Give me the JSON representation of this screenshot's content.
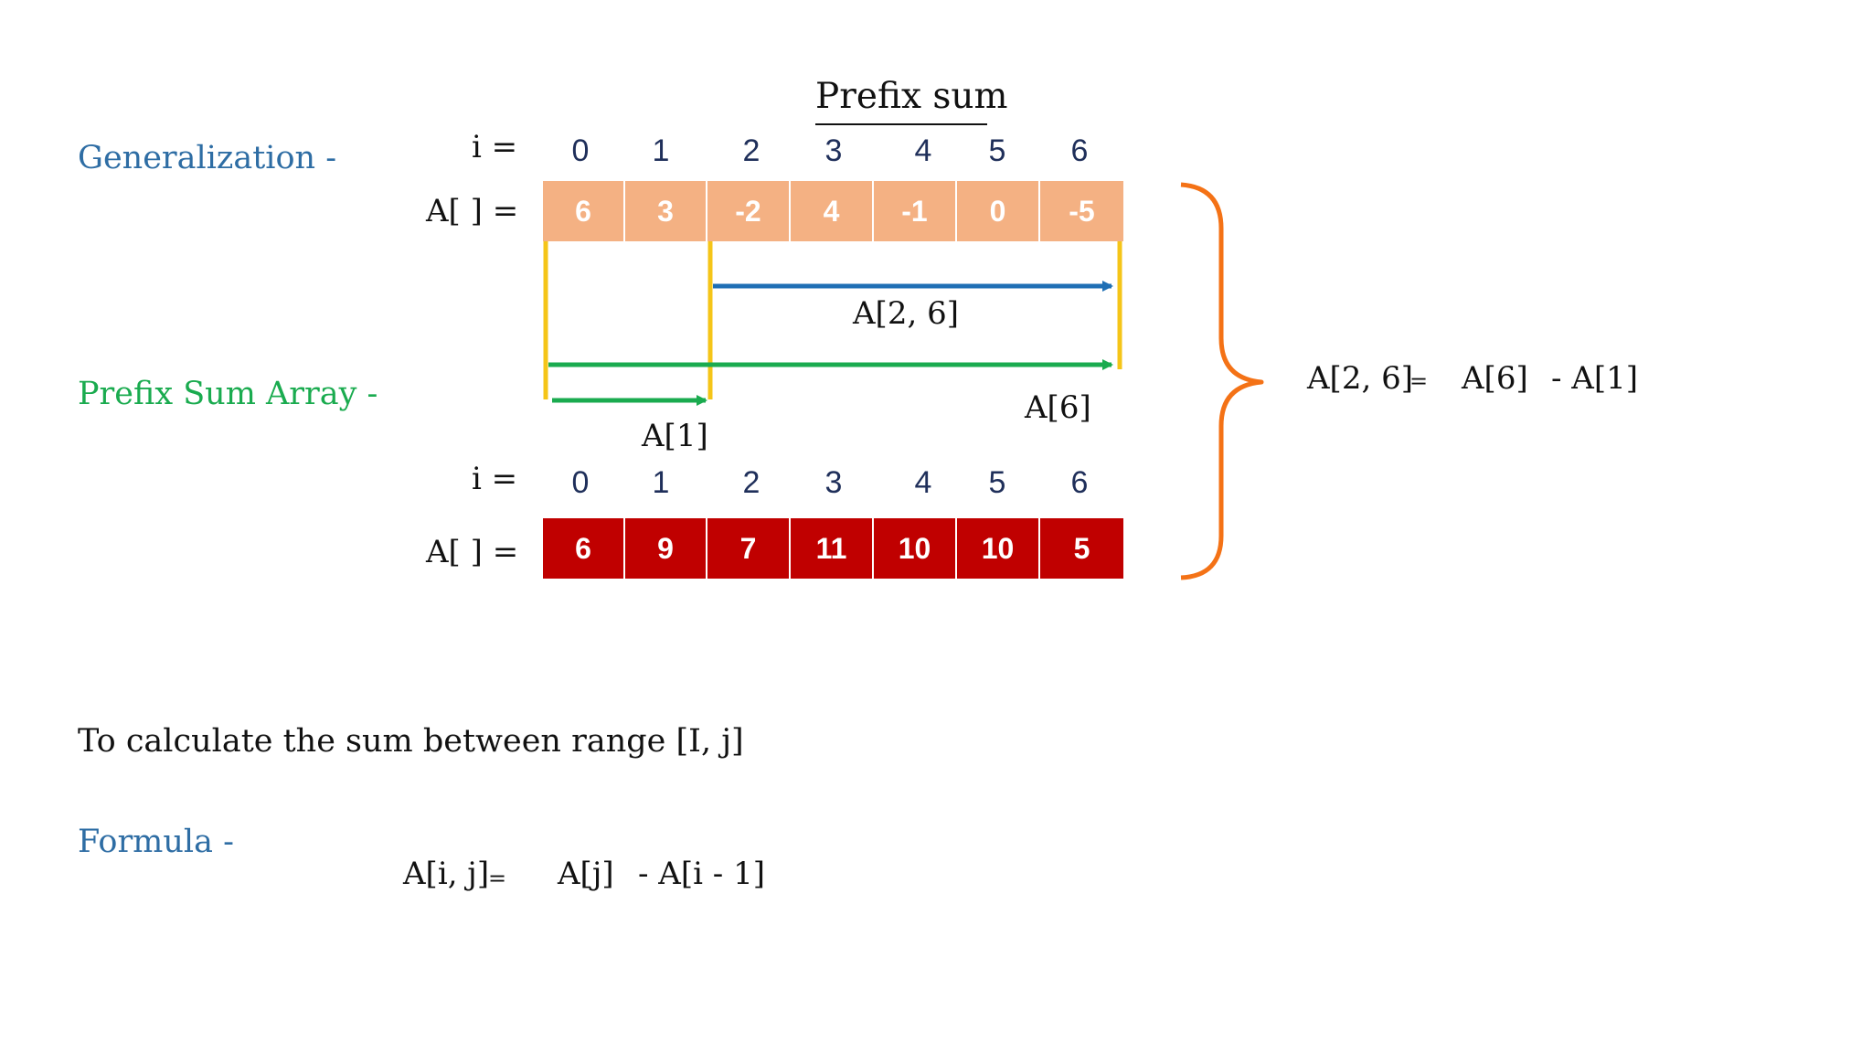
{
  "title": "Prefix sum",
  "generalization_label": "Generalization -",
  "prefix_sum_label": "Prefix Sum Array -",
  "index_label": "i =",
  "array_label": "A[ ] =",
  "indices": [
    "0",
    "1",
    "2",
    "3",
    "4",
    "5",
    "6"
  ],
  "original_array": [
    "6",
    "3",
    "-2",
    "4",
    "-1",
    "0",
    "-5"
  ],
  "prefix_array": [
    "6",
    "9",
    "7",
    "11",
    "10",
    "10",
    "5"
  ],
  "arrow_labels": {
    "range": "A[2, 6]",
    "full": "A[6]",
    "first": "A[1]"
  },
  "example_equation": {
    "lhs": "A[2, 6]",
    "eq": "=",
    "term1": "A[6]",
    "term2": "- A[1]"
  },
  "range_text": "To calculate the sum between range [I, j]",
  "formula_label": "Formula -",
  "formula": {
    "lhs": "A[i, j]",
    "eq": "=",
    "term1": "A[j]",
    "term2": "- A[i - 1]"
  },
  "colors": {
    "original_cell": "#f4b183",
    "prefix_cell": "#c00000",
    "range_arrow": "#1f6fb5",
    "prefix_arrows": "#1aab4f",
    "boundary_lines": "#f5c518",
    "brace": "#f47216",
    "heading_blue": "#2e6da4",
    "heading_green": "#1aab4f"
  }
}
